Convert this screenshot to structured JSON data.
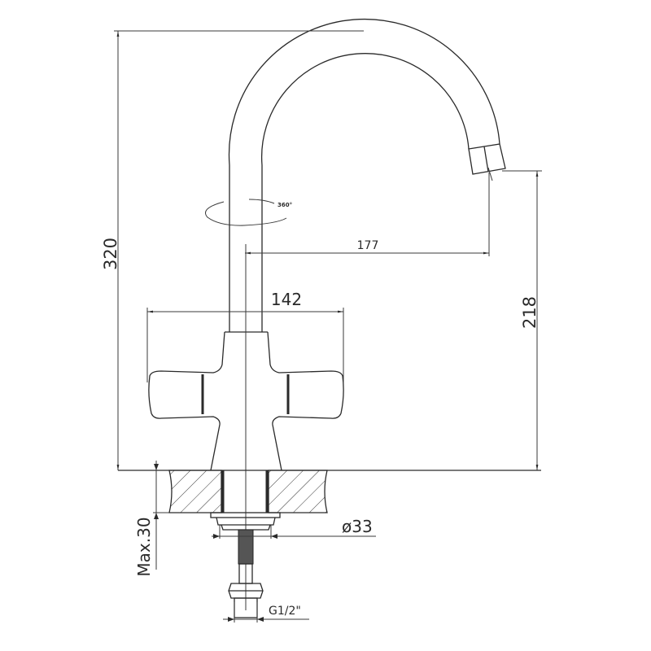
{
  "title": "Faucet dimension drawing",
  "dimensions": {
    "height_total": "320",
    "spout_height": "218",
    "spout_reach": "177",
    "handle_span": "142",
    "hole_diameter": "ø33",
    "max_counter_thickness": "Max.30",
    "thread": "G1/2\"",
    "rotation": "360°"
  },
  "colors": {
    "line": "#2a2a2a",
    "background": "#ffffff"
  }
}
